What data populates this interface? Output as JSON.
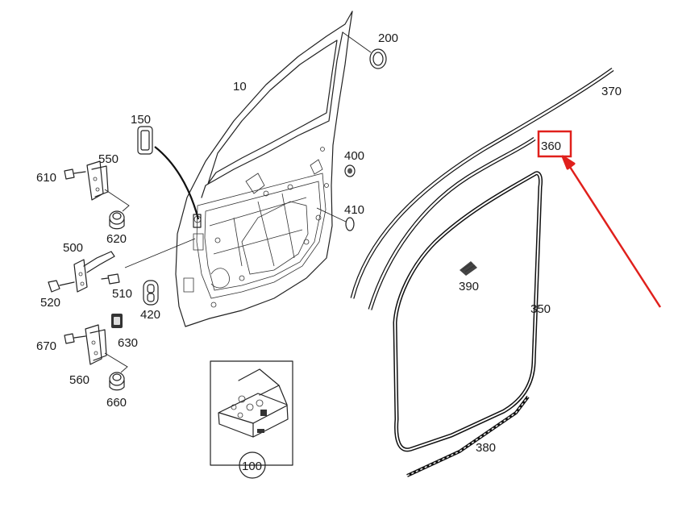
{
  "labels": {
    "p10": "10",
    "p100": "100",
    "p150": "150",
    "p200": "200",
    "p350": "350",
    "p360": "360",
    "p370": "370",
    "p380": "380",
    "p390": "390",
    "p400": "400",
    "p410": "410",
    "p420": "420",
    "p500": "500",
    "p510": "510",
    "p520": "520",
    "p550": "550",
    "p560": "560",
    "p610": "610",
    "p620": "620",
    "p630": "630",
    "p660": "660",
    "p670": "670"
  },
  "highlight": {
    "part": "360",
    "color": "#e0201c"
  }
}
